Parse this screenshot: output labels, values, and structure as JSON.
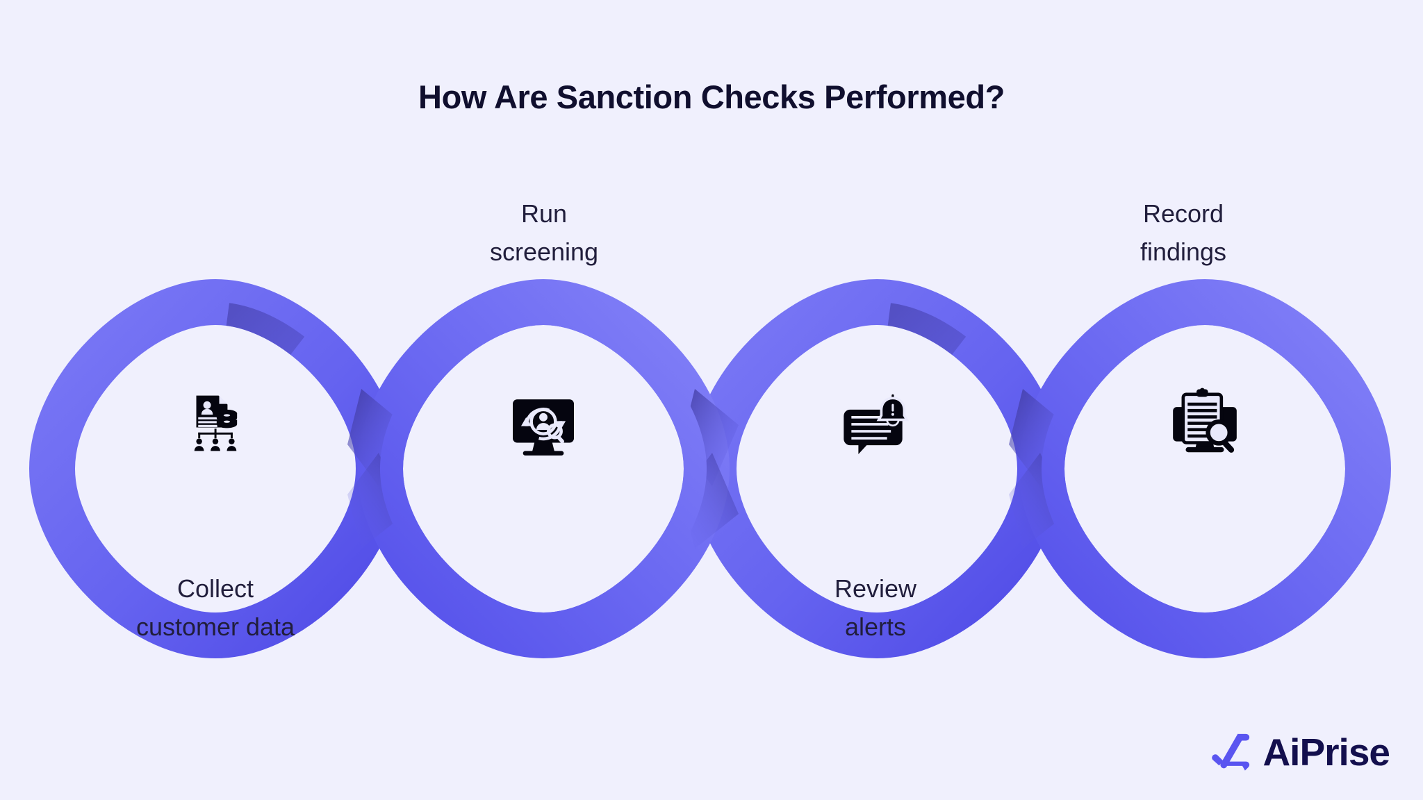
{
  "page": {
    "title": "How Are Sanction Checks Performed?",
    "background_color": "#f0f0fd",
    "title_color": "#100f2e",
    "label_color": "#211e3c"
  },
  "colors": {
    "ribbon_light": "#7b79f5",
    "ribbon_mid": "#6563f0",
    "ribbon_dark": "#4f4ae6",
    "crossing_shadow": "#3b3593",
    "logo_mark": "#5a55f0",
    "logo_text": "#130f4d",
    "icon": "#05050f"
  },
  "diagram": {
    "type": "braided-process-flow",
    "step_count": 4,
    "steps": [
      {
        "index": 1,
        "label": "Collect\ncustomer data",
        "label_line1": "Collect",
        "label_line2": "customer data",
        "label_position": "below",
        "icon": "document-person-database-org-chart-icon"
      },
      {
        "index": 2,
        "label": "Run\nscreening",
        "label_line1": "Run",
        "label_line2": "screening",
        "label_position": "above",
        "icon": "monitor-person-search-refresh-icon"
      },
      {
        "index": 3,
        "label": "Review\nalerts",
        "label_line1": "Review",
        "label_line2": "alerts",
        "label_position": "below",
        "icon": "chat-bubble-alert-bell-icon"
      },
      {
        "index": 4,
        "label": "Record\nfindings",
        "label_line1": "Record",
        "label_line2": "findings",
        "label_position": "above",
        "icon": "clipboard-monitor-magnifier-icon"
      }
    ]
  },
  "logo": {
    "brand": "AiPrise",
    "mark": "aiprise-checkmark-triangle-mark"
  }
}
